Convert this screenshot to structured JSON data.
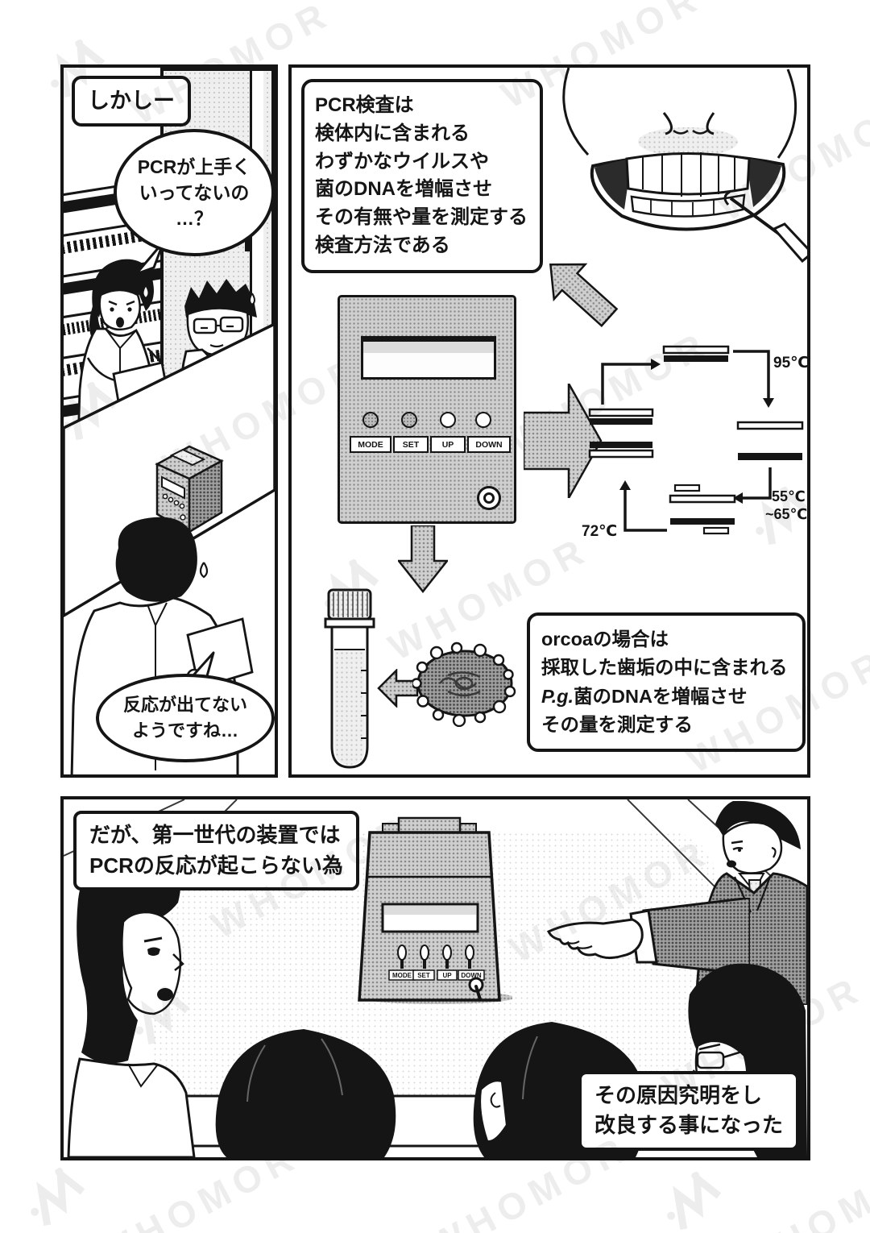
{
  "page": {
    "watermark_text": "WHOMOR",
    "colors": {
      "ink": "#151515",
      "paper": "#ffffff",
      "halftone_gray": "#cfcfcf",
      "watermark_gray": "#ededed"
    }
  },
  "panel1": {
    "caption": "しかしー",
    "speech_bubble_top": {
      "line1": "PCRが上手く",
      "line2": "いってないの",
      "line3": "…？"
    },
    "speech_bubble_bottom": {
      "line1": "反応が出てない",
      "line2": "ようですね…"
    }
  },
  "panel2": {
    "info_box": {
      "line1": "PCR検査は",
      "line2": "検体内に含まれる",
      "line3": "わずかなウイルスや",
      "line4": "菌のDNAを増幅させ",
      "line5": "その有無や量を測定する",
      "line6": "検査方法である"
    },
    "device": {
      "button1": "MODE",
      "button2": "SET",
      "button3": "UP",
      "button4": "DOWN"
    },
    "pcr_cycle": {
      "denature_temp": "95℃",
      "anneal_temp_line1": "55℃",
      "anneal_temp_line2": "~65℃",
      "extension_temp": "72℃"
    },
    "orcoa_box": {
      "line1": "orcoaの場合は",
      "line2": "採取した歯垢の中に含まれる",
      "line3_italic": "P.g.",
      "line3_rest": "菌のDNAを増幅させ",
      "line4": "その量を測定する"
    }
  },
  "panel3": {
    "caption_top": {
      "line1": "だが、第一世代の装置では",
      "line2": "PCRの反応が起こらない為"
    },
    "caption_bottom": {
      "line1": "その原因究明をし",
      "line2": "改良する事になった"
    },
    "device": {
      "button1": "MODE",
      "button2": "SET",
      "button3": "UP",
      "button4": "DOWN"
    }
  }
}
